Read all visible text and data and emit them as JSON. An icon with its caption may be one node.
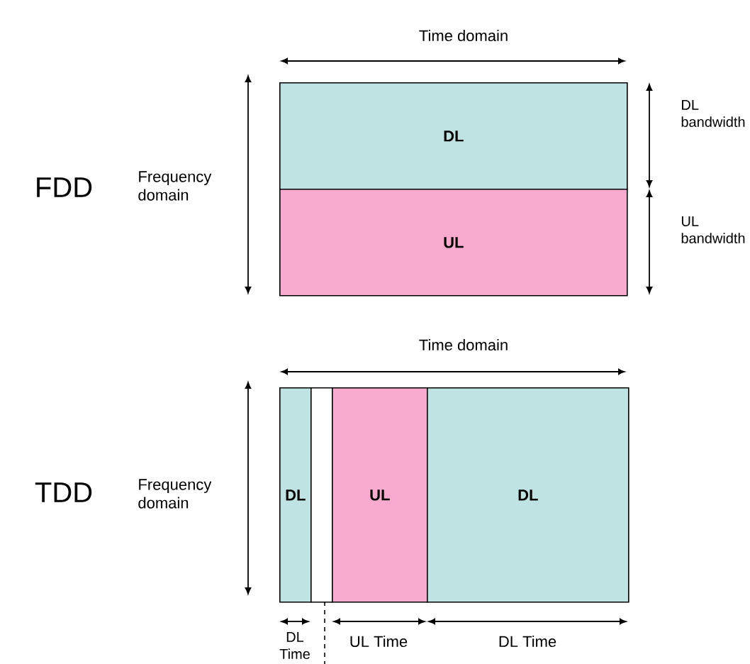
{
  "diagram": {
    "nodes": [
      {
        "text": [
          "DL"
        ]
      },
      {
        "text": [
          "UL"
        ]
      },
      {
        "text": [
          "DL"
        ]
      },
      {
        "text": [],
        "shape": "box"
      },
      {
        "text": [
          "UL"
        ]
      },
      {
        "text": [
          "DL"
        ]
      }
    ],
    "edges": [],
    "labels": [
      "FDD",
      "Time domain",
      "Frequency domain",
      "DL bandwidth",
      "UL bandwidth",
      "TDD",
      "Time domain",
      "Frequency domain",
      "DL Time",
      "UL Time",
      "DL Time"
    ]
  }
}
